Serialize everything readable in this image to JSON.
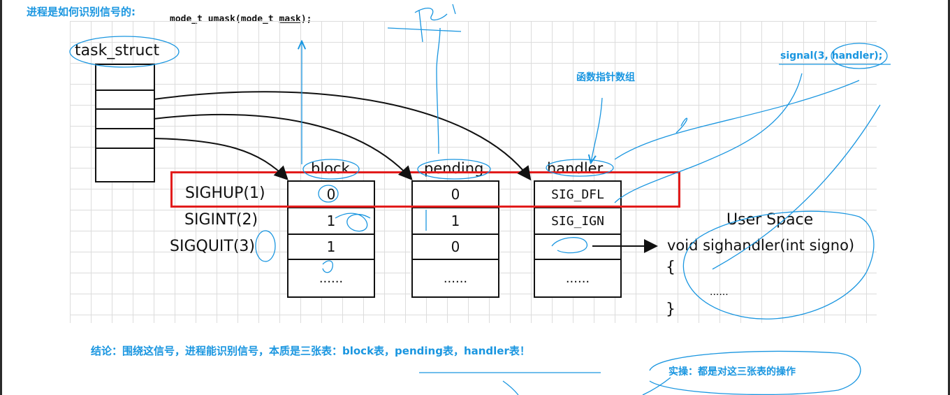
{
  "header": {
    "note_title": "进程是如何识别信号的:",
    "code_prefix": "mode_t umask(mode_t ",
    "code_param": "mask",
    "code_suffix": ");"
  },
  "diagram": {
    "task_struct_label": "task_struct",
    "column_headers": [
      "block",
      "pending",
      "handler"
    ],
    "rows": [
      {
        "signal": "SIGHUP(1)",
        "block": "0",
        "pending": "0",
        "handler": "SIG_DFL"
      },
      {
        "signal": "SIGINT(2)",
        "block": "1",
        "pending": "1",
        "handler": "SIG_IGN"
      },
      {
        "signal": "SIGQUIT(3)",
        "block": "1",
        "pending": "0",
        "handler": ""
      },
      {
        "signal": "",
        "block": "......",
        "pending": "......",
        "handler": "......"
      }
    ],
    "user_space_label": "User Space",
    "handler_signature": "void sighandler(int signo)",
    "brace_open": "{",
    "body_ellipsis": "......",
    "brace_close": "}"
  },
  "annotations": {
    "signal_call": "signal(3, handler);",
    "func_ptr_array": "函数指针数组",
    "conclusion": "结论：围绕这信号，进程能识别信号，本质是三张表：block表，pending表，handler表！",
    "practice": "实操：都是对这三张表的操作"
  },
  "colors": {
    "annotation_blue": "#1a96e0",
    "highlight_red": "#e21c1c",
    "grid": "#dcdcdc"
  }
}
